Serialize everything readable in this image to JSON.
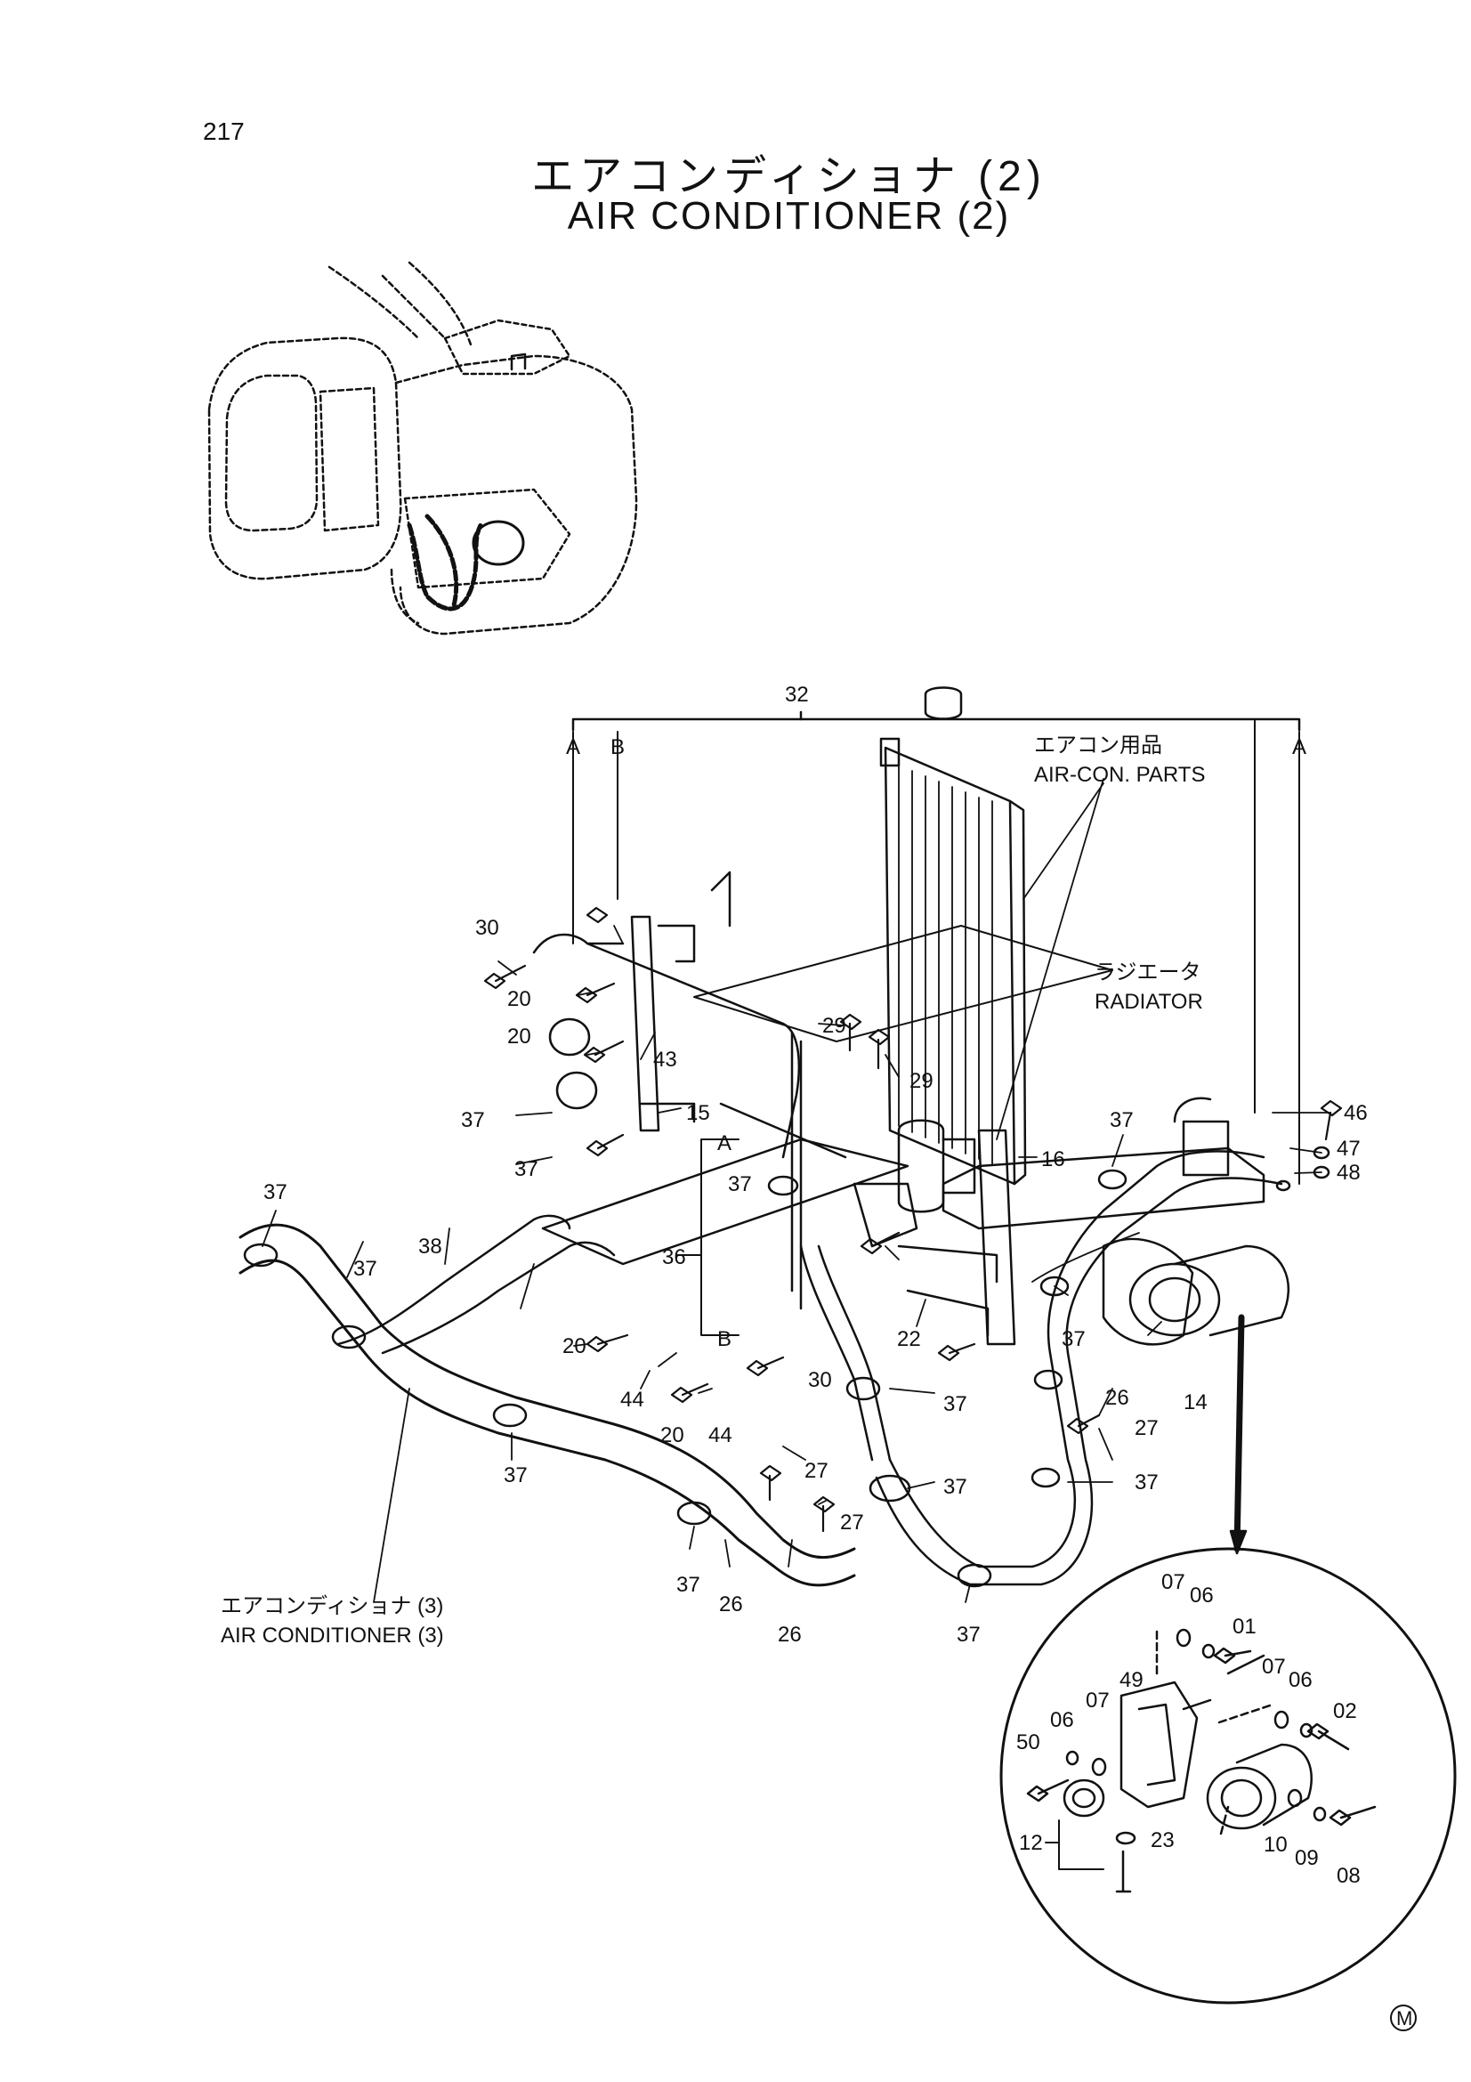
{
  "page_number": "217",
  "title_jp": "エアコンディショナ (2)",
  "title_en": "AIR CONDITIONER (2)",
  "annotations": {
    "aircon_parts_jp": "エアコン用品",
    "aircon_parts_en": "AIR-CON. PARTS",
    "radiator_jp": "ラジエータ",
    "radiator_en": "RADIATOR",
    "aircon3_jp": "エアコンディショナ (3)",
    "aircon3_en": "AIR CONDITIONER (3)"
  },
  "refs": {
    "A": "A",
    "B": "B"
  },
  "part_numbers": {
    "p01": "01",
    "p02": "02",
    "p06": "06",
    "p07": "07",
    "p08": "08",
    "p09": "09",
    "p10": "10",
    "p12": "12",
    "p14": "14",
    "p15": "15",
    "p16": "16",
    "p20": "20",
    "p22": "22",
    "p23": "23",
    "p26": "26",
    "p27": "27",
    "p29": "29",
    "p30": "30",
    "p32": "32",
    "p36": "36",
    "p37": "37",
    "p38": "38",
    "p43": "43",
    "p44": "44",
    "p46": "46",
    "p47": "47",
    "p48": "48",
    "p49": "49",
    "p50": "50"
  },
  "corner_mark": "M"
}
